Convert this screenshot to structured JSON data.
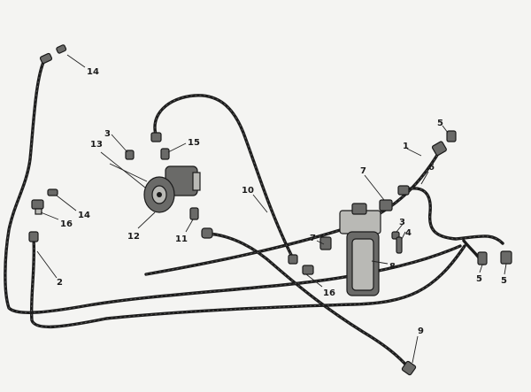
{
  "callouts": {
    "c1": "1",
    "c2": "2",
    "c3a": "3",
    "c3b": "3",
    "c4": "4",
    "c5a": "5",
    "c5b": "5",
    "c5c": "5",
    "c6": "6",
    "c7a": "7",
    "c7b": "7",
    "c8": "8",
    "c9": "9",
    "c10": "10",
    "c11": "11",
    "c12": "12",
    "c13": "13",
    "c14a": "14",
    "c14b": "14",
    "c15": "15",
    "c16a": "16",
    "c16b": "16"
  },
  "colors": {
    "background": "#f4f4f2",
    "ink": "#1c1c1c"
  }
}
